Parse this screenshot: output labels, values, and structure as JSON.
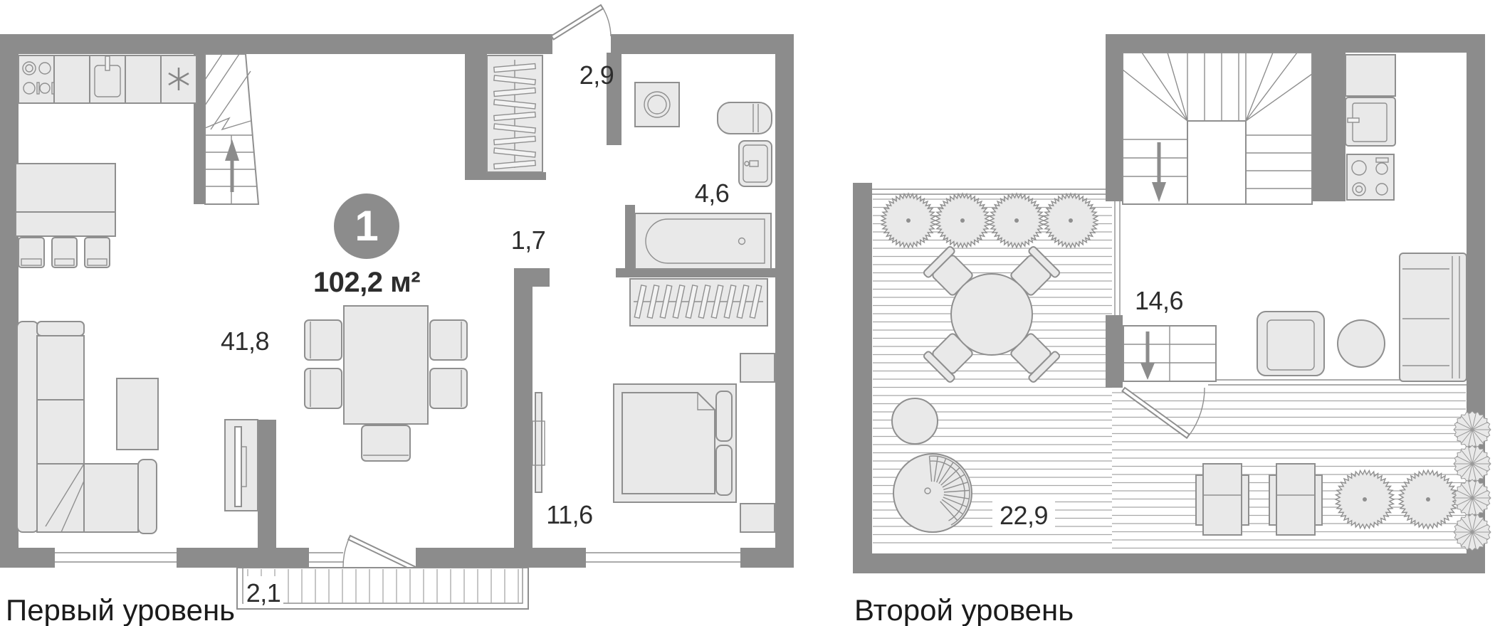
{
  "page": {
    "type": "apartment-floorplan",
    "language": "ru"
  },
  "badge": {
    "number": "1",
    "area": "102,2 м²"
  },
  "levels": {
    "first": {
      "title": "Первый уровень",
      "areas": {
        "hall": "2,9",
        "bathroom": "4,6",
        "corridor": "1,7",
        "living": "41,8",
        "bedroom": "11,6",
        "balcony": "2,1"
      }
    },
    "second": {
      "title": "Второй уровень",
      "areas": {
        "room": "14,6",
        "terrace": "22,9"
      }
    }
  },
  "icons": {
    "fridge": "snowflake-icon",
    "stairs_first_level": "arrow-up-icon",
    "stairs_second_level": "arrow-down-icon"
  },
  "colors": {
    "wall": "#8c8c8c",
    "furniture": "#e9e9e9",
    "stroke": "#8f8f8f",
    "label": "#2d2d2d",
    "badge_bg": "#8c8c8c",
    "badge_text": "#ffffff"
  }
}
